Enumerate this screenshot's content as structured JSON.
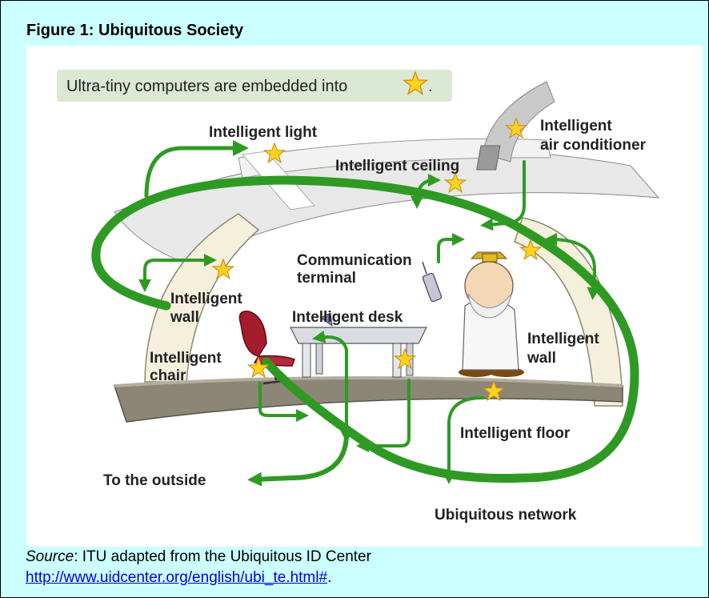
{
  "figure": {
    "title": "Figure 1: Ubiquitous Society"
  },
  "diagram": {
    "legend": "Ultra-tiny computers are embedded into",
    "legend_suffix": ".",
    "labels": {
      "intelligent_light": "Intelligent light",
      "intelligent_ac_1": "Intelligent",
      "intelligent_ac_2": "air conditioner",
      "intelligent_ceiling": "Intelligent ceiling",
      "comm_terminal_1": "Communication",
      "comm_terminal_2": "terminal",
      "intelligent_wall_left_1": "Intelligent",
      "intelligent_wall_left_2": "wall",
      "intelligent_desk": "Intelligent desk",
      "intelligent_wall_right_1": "Intelligent",
      "intelligent_wall_right_2": "wall",
      "intelligent_chair_1": "Intelligent",
      "intelligent_chair_2": "chair",
      "intelligent_floor": "Intelligent floor",
      "to_outside": "To the outside",
      "ubiquitous_network": "Ubiquitous network"
    },
    "colors": {
      "network_green": "#2f9a23",
      "star_yellow": "#ffd21e",
      "legend_bg": "#dbe8d4"
    }
  },
  "caption": {
    "source_word": "Source",
    "source_text": ": ITU adapted from the Ubiquitous ID Center",
    "link": "http://www.uidcenter.org/english/ubi_te.html#",
    "end": "."
  }
}
